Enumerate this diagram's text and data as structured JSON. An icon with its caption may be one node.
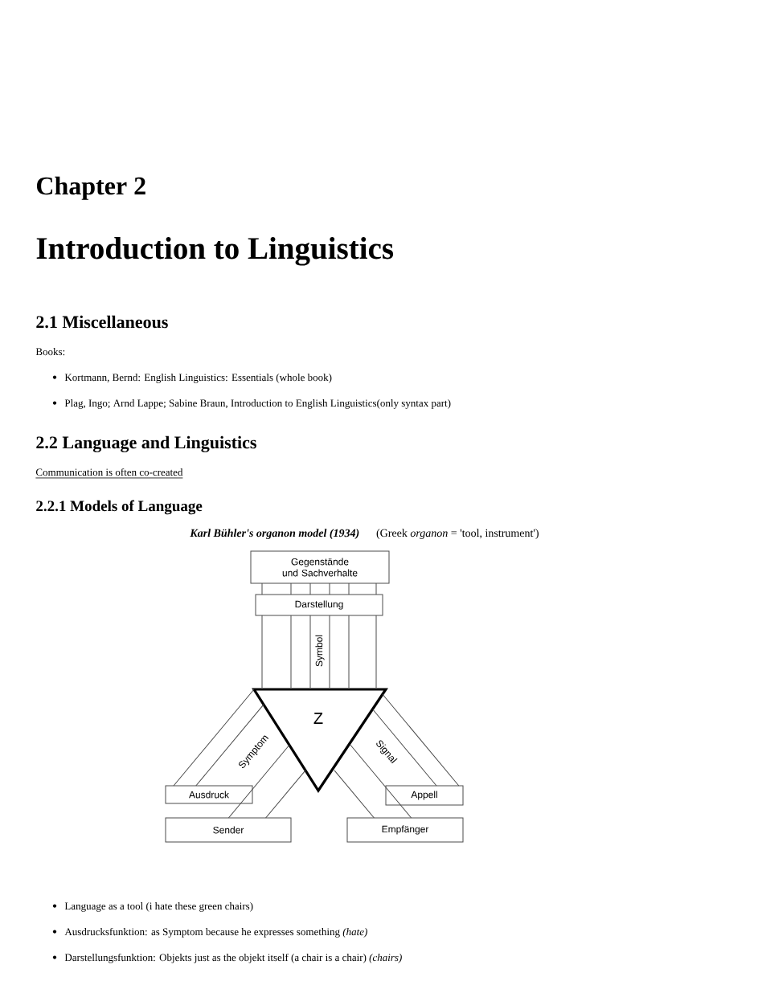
{
  "diagram": {
    "title": "Introduction to Linguistics",
    "nodes": [
      {
        "text": [
          "Gegenstände und Sachverhalte"
        ]
      },
      {
        "text": [
          "Darstellung"
        ]
      },
      {
        "text": [
          "Z"
        ]
      },
      {
        "text": [
          "Ausdruck"
        ]
      },
      {
        "text": [
          "Appell"
        ]
      },
      {
        "text": [
          "Sender"
        ]
      },
      {
        "text": [
          "Empfänger"
        ]
      }
    ],
    "edges": [
      {
        "from": 2,
        "to": 1,
        "arrow": "none",
        "label": "Symbol"
      },
      {
        "from": 1,
        "to": 0,
        "arrow": "none"
      },
      {
        "from": 2,
        "to": 3,
        "arrow": "none",
        "label": "Symptom"
      },
      {
        "from": 2,
        "to": 5,
        "arrow": "none"
      },
      {
        "from": 2,
        "to": 4,
        "arrow": "none",
        "label": "Signal"
      },
      {
        "from": 2,
        "to": 6,
        "arrow": "none"
      }
    ],
    "labels": [
      "Chapter 2",
      "2.1 Miscellaneous",
      "Books:",
      "Kortmann, Bernd: English Linguistics: Essentials (whole book)",
      "Plag, Ingo; Arnd Lappe; Sabine Braun, Introduction to English Linguistics(only syntax part)",
      "2.2 Language and Linguistics",
      "Communication is often co-created",
      "2.2.1 Models of Language",
      "Karl Bühler's organon model (1934)",
      "(Greek *organon* = 'tool, instrument')",
      "Language as a tool (i hate these green chairs)",
      "Ausdrucksfunktion: as Symptom because he expresses something *(hate)*",
      "Darstellungsfunktion: Objekts just as the objekt itself (a chair is a chair) *(chairs)*"
    ]
  }
}
